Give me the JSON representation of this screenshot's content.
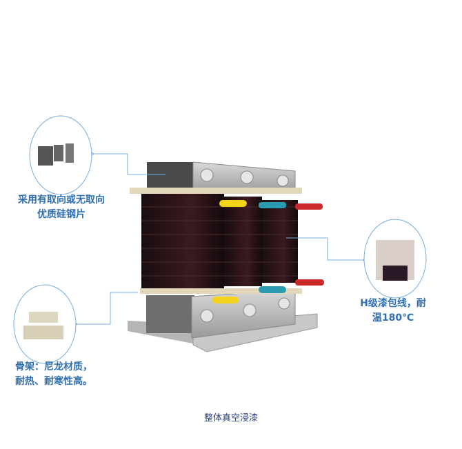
{
  "callouts": [
    {
      "line1": "采用有取向或无取向",
      "line2": "优质硅钢片",
      "icon": "silicon-steel-sheet-icon"
    },
    {
      "line1": "骨架：尼龙材质，",
      "line2": "耐热、耐寒性高。",
      "icon": "nylon-bobbin-icon"
    },
    {
      "line1": "H级漆包线，耐",
      "line2": "温180℃",
      "icon": "enameled-wire-icon"
    }
  ],
  "caption": "整体真空浸漆",
  "colors": {
    "callout_text": "#2f6fb0",
    "caption": "#2a3f77",
    "leader_line": "#7aaedc"
  }
}
